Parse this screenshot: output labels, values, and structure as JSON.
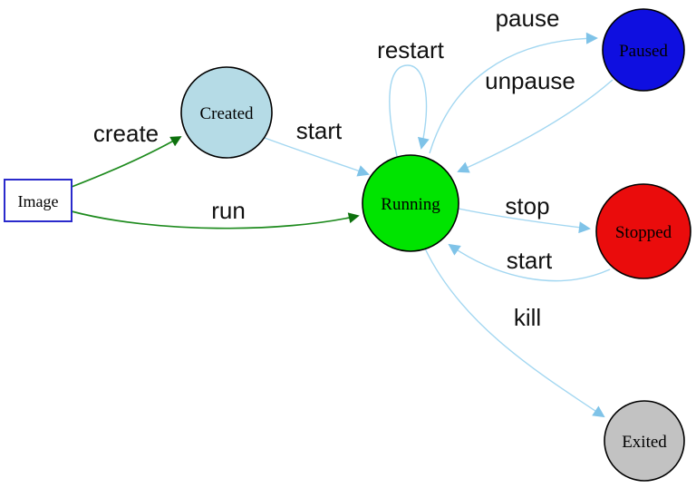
{
  "diagram": {
    "type": "state-diagram",
    "nodes": {
      "image": {
        "label": "Image",
        "shape": "rectangle",
        "fill": "#ffffff",
        "border": "#2a2acc"
      },
      "created": {
        "label": "Created",
        "shape": "circle",
        "fill": "#b5dbe6"
      },
      "running": {
        "label": "Running",
        "shape": "circle",
        "fill": "#00e400"
      },
      "paused": {
        "label": "Paused",
        "shape": "circle",
        "fill": "#0f0fe0"
      },
      "stopped": {
        "label": "Stopped",
        "shape": "circle",
        "fill": "#ea0c0c"
      },
      "exited": {
        "label": "Exited",
        "shape": "circle",
        "fill": "#c2c2c2"
      }
    },
    "edges": {
      "create": {
        "label": "create",
        "from": "Image",
        "to": "Created",
        "color": "#1e8b1e"
      },
      "run": {
        "label": "run",
        "from": "Image",
        "to": "Running",
        "color": "#1e8b1e"
      },
      "start_created": {
        "label": "start",
        "from": "Created",
        "to": "Running",
        "color": "#a3d7f1"
      },
      "restart": {
        "label": "restart",
        "from": "Running",
        "to": "Running",
        "color": "#a3d7f1"
      },
      "pause": {
        "label": "pause",
        "from": "Running",
        "to": "Paused",
        "color": "#a3d7f1"
      },
      "unpause": {
        "label": "unpause",
        "from": "Paused",
        "to": "Running",
        "color": "#a3d7f1"
      },
      "stop": {
        "label": "stop",
        "from": "Running",
        "to": "Stopped",
        "color": "#a3d7f1"
      },
      "start_stopped": {
        "label": "start",
        "from": "Stopped",
        "to": "Running",
        "color": "#a3d7f1"
      },
      "kill": {
        "label": "kill",
        "from": "Running",
        "to": "Exited",
        "color": "#a3d7f1"
      }
    },
    "colors": {
      "arrow_blue": "#7fc3e8",
      "arrow_green": "#0d710d",
      "edge_blue": "#a3d7f1",
      "edge_green": "#1e8b1e",
      "node_border": "#000000"
    }
  }
}
